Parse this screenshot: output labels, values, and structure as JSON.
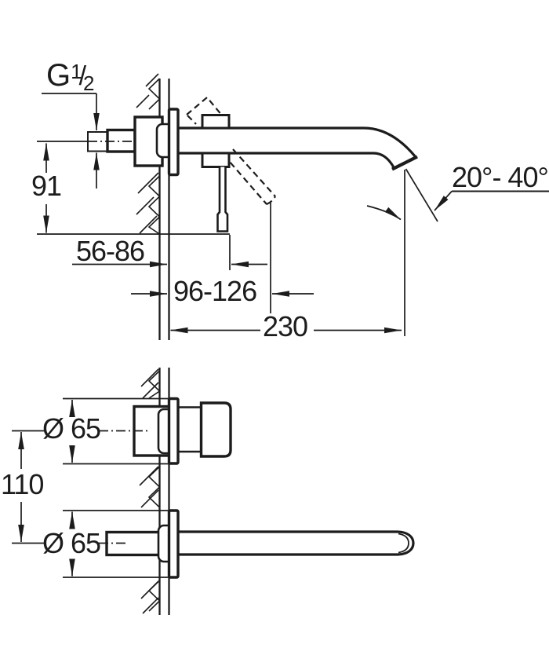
{
  "colors": {
    "background": "#ffffff",
    "line": "#1c1c1c"
  },
  "top_view": {
    "thread": {
      "prefix": "G",
      "numerator": "1",
      "slash": "/",
      "denominator": "2"
    },
    "dim_height": "91",
    "dim_lever_reach": "56-86",
    "dim_lever_open_reach": "96-126",
    "dim_spout_reach": "230",
    "dim_spout_angle": "20°- 40°"
  },
  "bottom_view": {
    "dim_handle_escutcheon_diameter": "Ø 65",
    "dim_center_distance": "110",
    "dim_spout_escutcheon_diameter": "Ø 65"
  }
}
